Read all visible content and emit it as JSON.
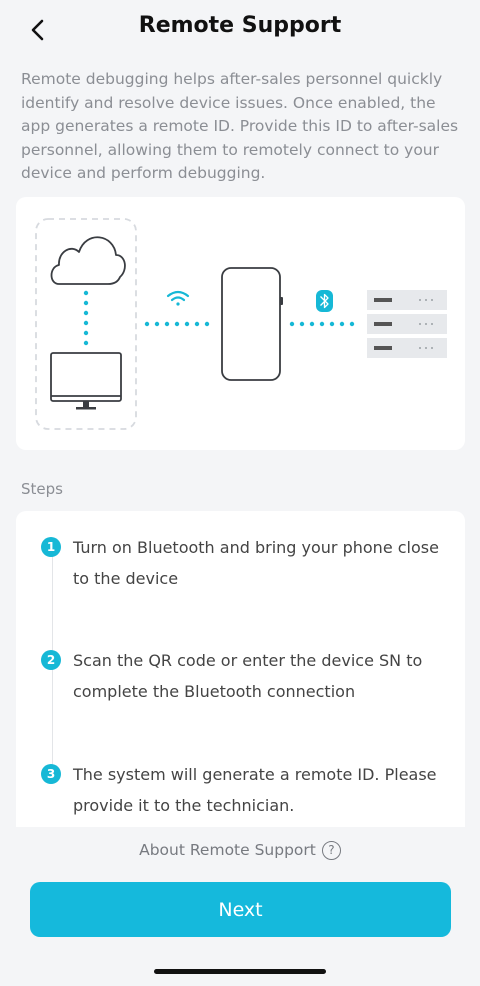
{
  "header": {
    "title": "Remote Support"
  },
  "intro": "Remote debugging helps after-sales personnel quickly identify and resolve device issues. Once enabled, the app generates a remote ID. Provide this ID to after-sales personnel, allowing them to remotely connect to your device and perform debugging.",
  "diagram": {
    "icons": [
      "cloud-icon",
      "monitor-icon",
      "wifi-icon",
      "phone-icon",
      "bluetooth-icon",
      "server-rack-icon"
    ],
    "accent": "#16b8d6"
  },
  "steps": {
    "label": "Steps",
    "items": [
      {
        "number": "1",
        "text": "Turn on Bluetooth and bring your phone close to the device"
      },
      {
        "number": "2",
        "text": "Scan the QR code or enter the device SN to complete the Bluetooth connection"
      },
      {
        "number": "3",
        "text": "The system will generate a remote ID. Please provide it to the technician."
      }
    ]
  },
  "about": {
    "label": "About Remote Support",
    "icon": "?"
  },
  "next_label": "Next",
  "colors": {
    "accent": "#16b8d6",
    "background": "#f4f5f7",
    "card": "#ffffff",
    "muted_text": "#8b8e94"
  }
}
